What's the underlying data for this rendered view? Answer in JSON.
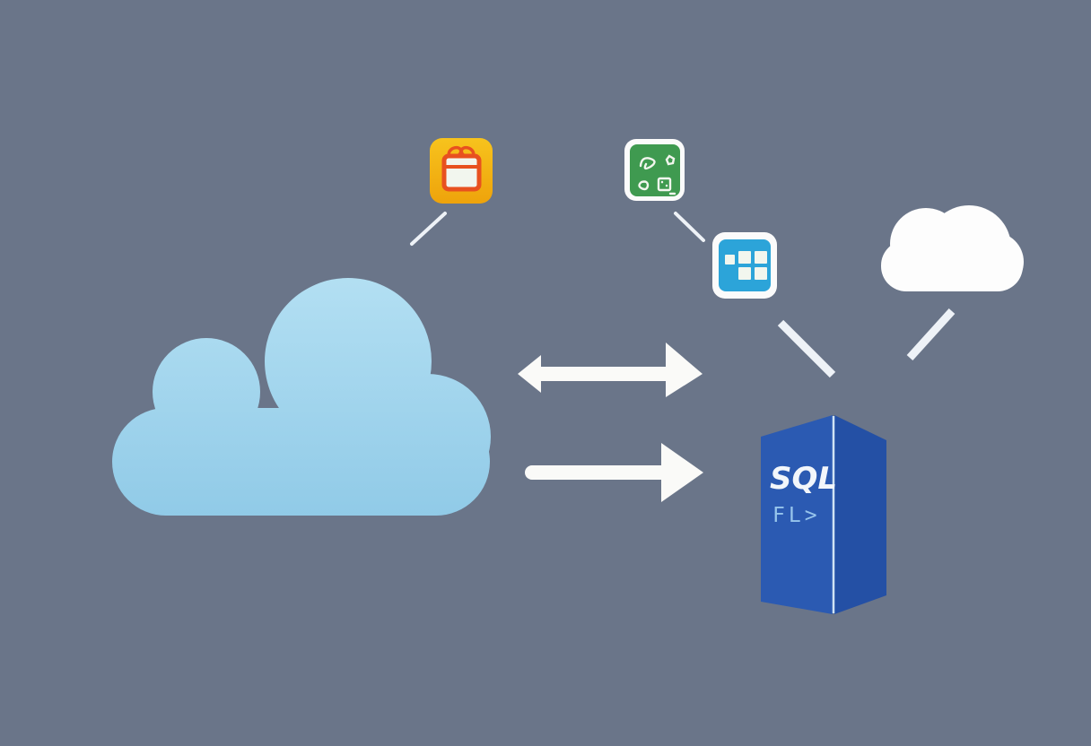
{
  "sql_box": {
    "label": "SQL",
    "prompt": "FL>"
  },
  "icons": {
    "gift": "gift-app-icon",
    "green_apps": "green-apps-icon",
    "blue_grid": "blue-table-grid-icon",
    "white_cloud": "white-cloud-icon",
    "main_cloud": "large-blue-cloud"
  },
  "colors": {
    "background": "#6a7589",
    "cloud-top": "#b4e0f3",
    "cloud-bottom": "#90cae7",
    "cloud-white": "#fdfdfd",
    "arrow-white": "#fafaf8",
    "line-white": "#eef2f7",
    "box-front": "#2b5ab2",
    "box-side": "#2450a5",
    "box-ridge": "#cfe3f4",
    "sql-text": "#f2f6fb",
    "prompt-text": "#97c5ec",
    "gift-bg-top": "#f7c31d",
    "gift-bg-bottom": "#eea30b",
    "gift-outline": "#e8511f",
    "green-icon": "#3f9a50",
    "blue-icon": "#2ca4d9",
    "icon-frame": "#fbfbfb",
    "glyph-white": "#f2f6ee"
  }
}
